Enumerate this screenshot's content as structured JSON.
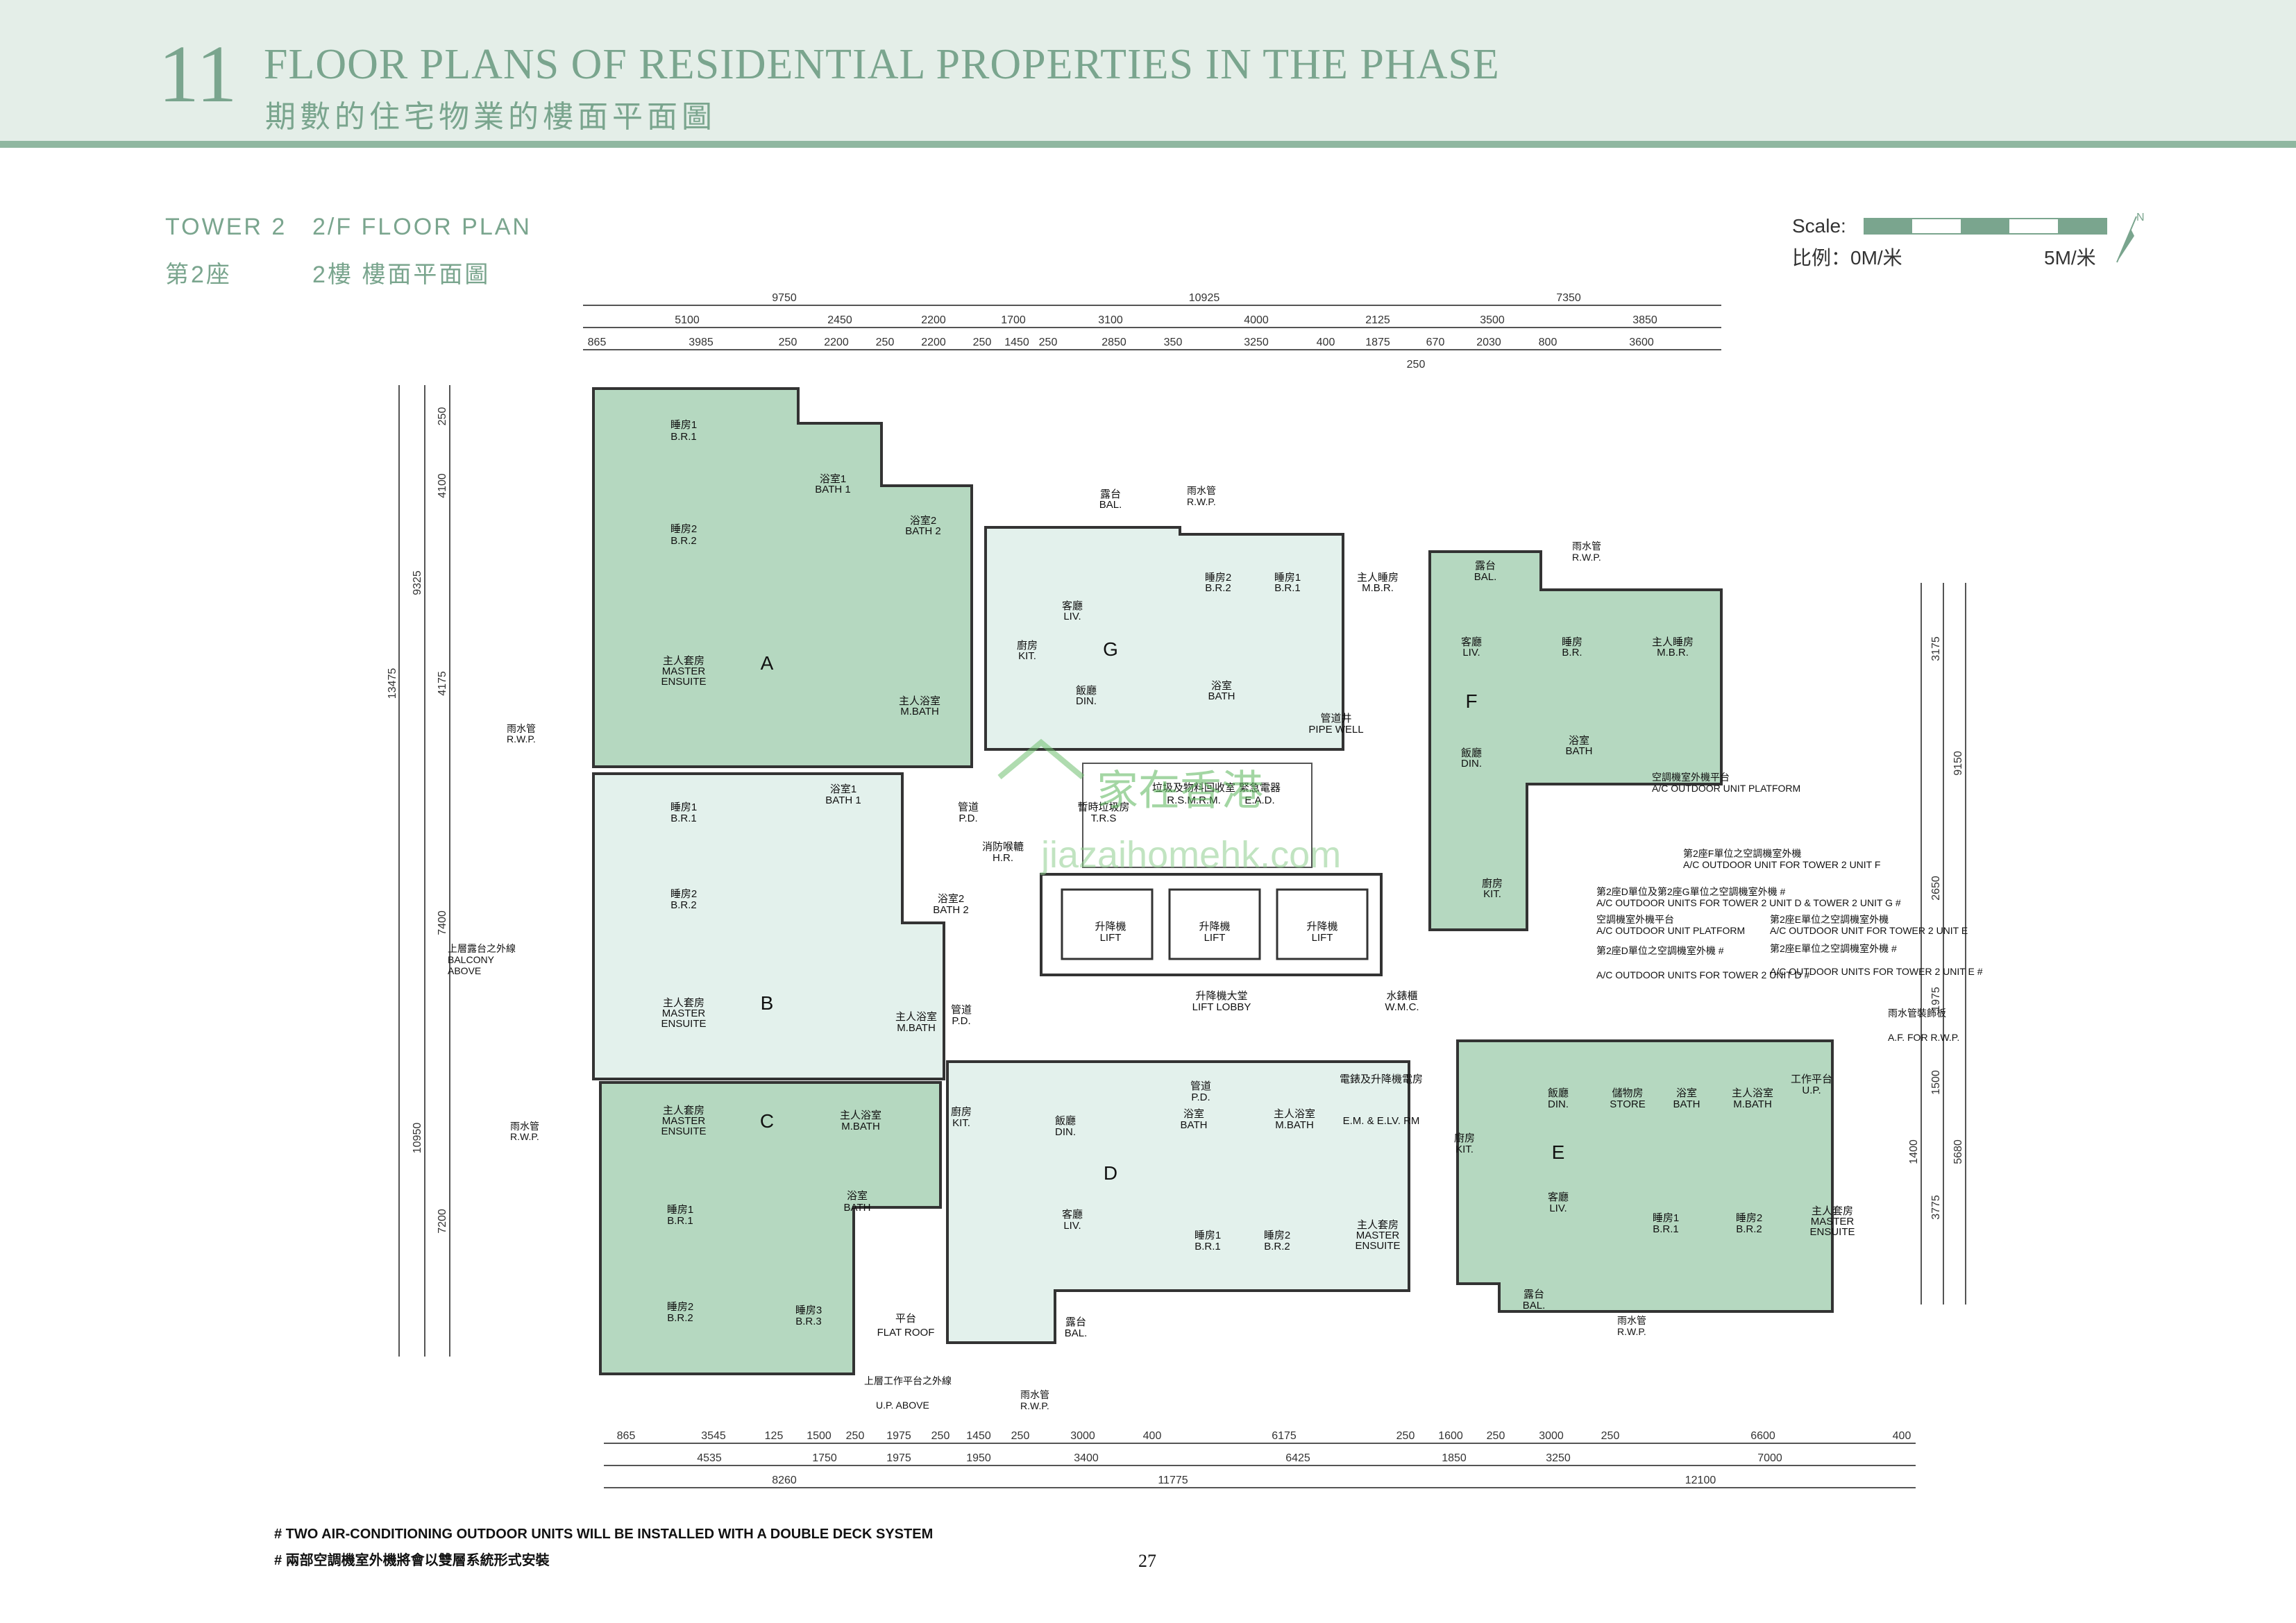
{
  "header": {
    "section_number": "11",
    "title_en": "FLOOR PLANS OF RESIDENTIAL PROPERTIES IN THE PHASE",
    "title_zh": "期數的住宅物業的樓面平面圖"
  },
  "plan": {
    "tower_en": "TOWER 2",
    "floor_en": "2/F FLOOR PLAN",
    "tower_zh": "第2座",
    "floor_zh": "2樓 樓面平面圖"
  },
  "scale": {
    "label_en": "Scale:",
    "label_zh": "比例：0M/米",
    "end_label": "5M/米",
    "north": "N"
  },
  "dims": {
    "top_row1": [
      "9750",
      "10925",
      "7350"
    ],
    "top_row2": [
      "5100",
      "2450",
      "2200",
      "1700",
      "3100",
      "4000",
      "2125",
      "3500",
      "3850"
    ],
    "top_row3": [
      "865",
      "3985",
      "250",
      "2200",
      "250",
      "2200",
      "250",
      "1450",
      "250",
      "2850",
      "350",
      "3250",
      "400",
      "1875",
      "670",
      "2030",
      "800",
      "3600",
      "250"
    ],
    "bottom_row1": [
      "865",
      "3545",
      "125",
      "1500",
      "250",
      "1975",
      "250",
      "1450",
      "250",
      "3000",
      "400",
      "6175",
      "250",
      "1600",
      "250",
      "3000",
      "250",
      "6600",
      "400"
    ],
    "bottom_row2": [
      "4535",
      "1750",
      "1975",
      "1950",
      "3400",
      "6425",
      "1850",
      "3250",
      "7000"
    ],
    "bottom_row3": [
      "8260",
      "11775",
      "12100"
    ],
    "left_total": "13475",
    "left_mid": [
      "9325",
      "10950",
      "7400",
      "7200",
      "4100",
      "4175",
      "250"
    ],
    "right": [
      "9150",
      "5680",
      "3175",
      "2650",
      "1975",
      "3775",
      "1500",
      "1400"
    ]
  },
  "rooms": {
    "unit_a": "A",
    "unit_b": "B",
    "unit_c": "C",
    "unit_d": "D",
    "unit_e": "E",
    "unit_f": "F",
    "unit_g": "G",
    "br1_zh": "睡房1",
    "br1_en": "B.R.1",
    "br2_zh": "睡房2",
    "br2_en": "B.R.2",
    "br3_zh": "睡房3",
    "br3_en": "B.R.3",
    "br_zh": "睡房",
    "br_en": "B.R.",
    "bath1_zh": "浴室1",
    "bath1_en": "BATH 1",
    "bath2_zh": "浴室2",
    "bath2_en": "BATH 2",
    "bath_zh": "浴室",
    "bath_en": "BATH",
    "me_zh": "主人套房",
    "me_en1": "MASTER",
    "me_en2": "ENSUITE",
    "mbath_zh": "主人浴室",
    "mbath_en": "M.BATH",
    "mbr_zh": "主人睡房",
    "mbr_en": "M.B.R.",
    "liv_zh": "客廳",
    "liv_en": "LIV.",
    "din_zh": "飯廳",
    "din_en": "DIN.",
    "kit_zh": "廚房",
    "kit_en": "KIT.",
    "bal_zh": "露台",
    "bal_en": "BAL.",
    "store_zh": "儲物房",
    "store_en": "STORE",
    "up_zh": "工作平台",
    "up_en": "U.P.",
    "lift_zh": "升降機",
    "lift_en": "LIFT",
    "lift_lobby_zh": "升降機大堂",
    "lift_lobby_en": "LIFT LOBBY",
    "pd_zh": "管道",
    "pd_en": "P.D.",
    "pipe_well_zh": "管道井",
    "pipe_well_en": "PIPE WELL",
    "trs_zh": "暫時垃圾房",
    "trs_en": "T.R.S",
    "rsmrm_zh": "垃圾及物料回收室",
    "rsmrm_en": "R.S.M.R.M.",
    "ead_zh": "緊急電器",
    "ead_en": "E.A.D.",
    "hr_zh": "消防喉轆",
    "hr_en": "H.R.",
    "wmc_zh": "水錶櫃",
    "wmc_en": "W.M.C.",
    "emelv_zh": "電錶及升降機電房",
    "emelv_en": "E.M. & E.LV. RM",
    "flat_roof_zh": "平台",
    "flat_roof_en": "FLAT ROOF",
    "rwp_zh": "雨水管",
    "rwp_en": "R.W.P.",
    "af_zh": "雨水管裝飾板",
    "af_en": "A.F. FOR R.W.P.",
    "balcony_above_zh": "上層露台之外線",
    "balcony_above_en1": "BALCONY",
    "balcony_above_en2": "ABOVE",
    "up_above_zh": "上層工作平台之外線",
    "up_above_en": "U.P. ABOVE",
    "ac_platform_zh": "空調機室外機平台",
    "ac_platform_en": "A/C OUTDOOR UNIT PLATFORM",
    "ac_f_zh": "第2座F單位之空調機室外機",
    "ac_f_en": "A/C OUTDOOR UNIT FOR TOWER 2 UNIT F",
    "ac_dg_zh": "第2座D單位及第2座G單位之空調機室外機 #",
    "ac_dg_en": "A/C OUTDOOR UNITS FOR TOWER 2 UNIT D & TOWER 2 UNIT G #",
    "ac_e_zh": "第2座E單位之空調機室外機",
    "ac_e_en": "A/C OUTDOOR UNIT FOR TOWER 2 UNIT E",
    "ac_d_zh": "第2座D單位之空調機室外機 #",
    "ac_d_en": "A/C OUTDOOR UNITS FOR TOWER 2 UNIT D #",
    "ac_e2_zh": "第2座E單位之空調機室外機 #",
    "ac_e2_en": "A/C OUTDOOR UNITS FOR TOWER 2 UNIT E #"
  },
  "watermark": {
    "zh": "家在香港",
    "en": "jiazaihomehk.com"
  },
  "footnotes": {
    "en": "# TWO AIR-CONDITIONING OUTDOOR UNITS WILL BE INSTALLED WITH A DOUBLE DECK SYSTEM",
    "zh": "# 兩部空調機室外機將會以雙層系統形式安裝"
  },
  "page_number": "27",
  "colors": {
    "unit_green": "#b5d8c0",
    "unit_light": "#e3f1ec",
    "header_bg": "#e4eee8",
    "accent": "#7aa58e",
    "dim_line": "#d98c45"
  }
}
